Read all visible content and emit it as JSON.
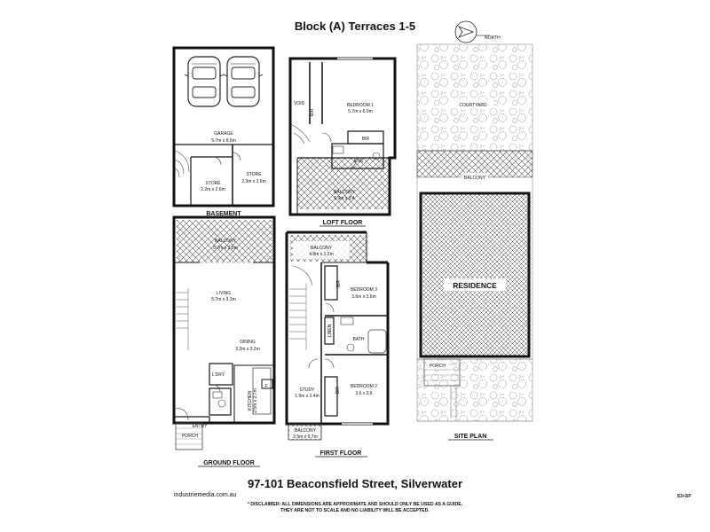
{
  "title": "Block (A) Terraces 1-5",
  "address": "97-101 Beaconsfield Street, Silverwater",
  "website": "industriemedia.com.au",
  "sheet_no": "S3+SP",
  "disclaimer": [
    "* DISCLAIMER: ALL DIMENSIONS ARE APPROXIMATE AND SHOULD ONLY BE USED AS A GUIDE.",
    "THEY ARE NOT TO SCALE AND NO LIABILITY WILL BE ACCEPTED."
  ],
  "compass": {
    "label": "NORTH"
  },
  "basement": {
    "heading": "BASEMENT",
    "garage": {
      "name": "GARAGE",
      "dims": "5.7m x 8.6m"
    },
    "store_left": {
      "name": "STORE",
      "dims": "2.2m x 2.6m"
    },
    "store_right": {
      "name": "STORE",
      "dims": "2.3m x 3.6m"
    }
  },
  "loft_floor": {
    "heading": "LOFT FLOOR",
    "void": "VOID",
    "bedroom1": {
      "name": "BEDROOM 1",
      "dims": "5.7m x 6.0m"
    },
    "bir_a": "BIR",
    "bir_b": "BIR",
    "ens": "ENS",
    "balcony": {
      "name": "BALCONY",
      "dims": "6.9m x 3.4"
    }
  },
  "site_plan": {
    "heading": "SITE PLAN",
    "courtyard": "COURTYARD",
    "balcony": "BALCONY",
    "residence": "RESIDENCE",
    "porch": "PORCH"
  },
  "ground_floor": {
    "heading": "GROUND FLOOR",
    "balcony": {
      "name": "BALCONY",
      "dims": "5.7m x 2.5m"
    },
    "living": {
      "name": "LIVING",
      "dims": "5.7m x 3.3m"
    },
    "dining": {
      "name": "DINING",
      "dims": "3.2m x 3.2m"
    },
    "ldry": "L'DRY",
    "kitchen": {
      "name": "KITCHEN",
      "dims": "2.5m x 2.7m"
    },
    "fridge": "F",
    "entry": "ENTRY",
    "porch": "PORCH"
  },
  "first_floor": {
    "heading": "FIRST FLOOR",
    "balcony_top": {
      "name": "BALCONY",
      "dims": "4.8m x 1.2m"
    },
    "bir_3": "BIR",
    "bedroom3": {
      "name": "BEDROOM 3",
      "dims": "3.6m x 3.6m"
    },
    "linen": "LINEN",
    "bath": "BATH",
    "study": {
      "name": "STUDY",
      "dims": "1.9m x 3.4m"
    },
    "bir_2": "BIR",
    "bedroom2": {
      "name": "BEDROOM 2",
      "dims": "3.6 x 3.6"
    },
    "balcony_bottom": {
      "name": "BALCONY",
      "dims": "2.5m x 0.7m"
    }
  }
}
